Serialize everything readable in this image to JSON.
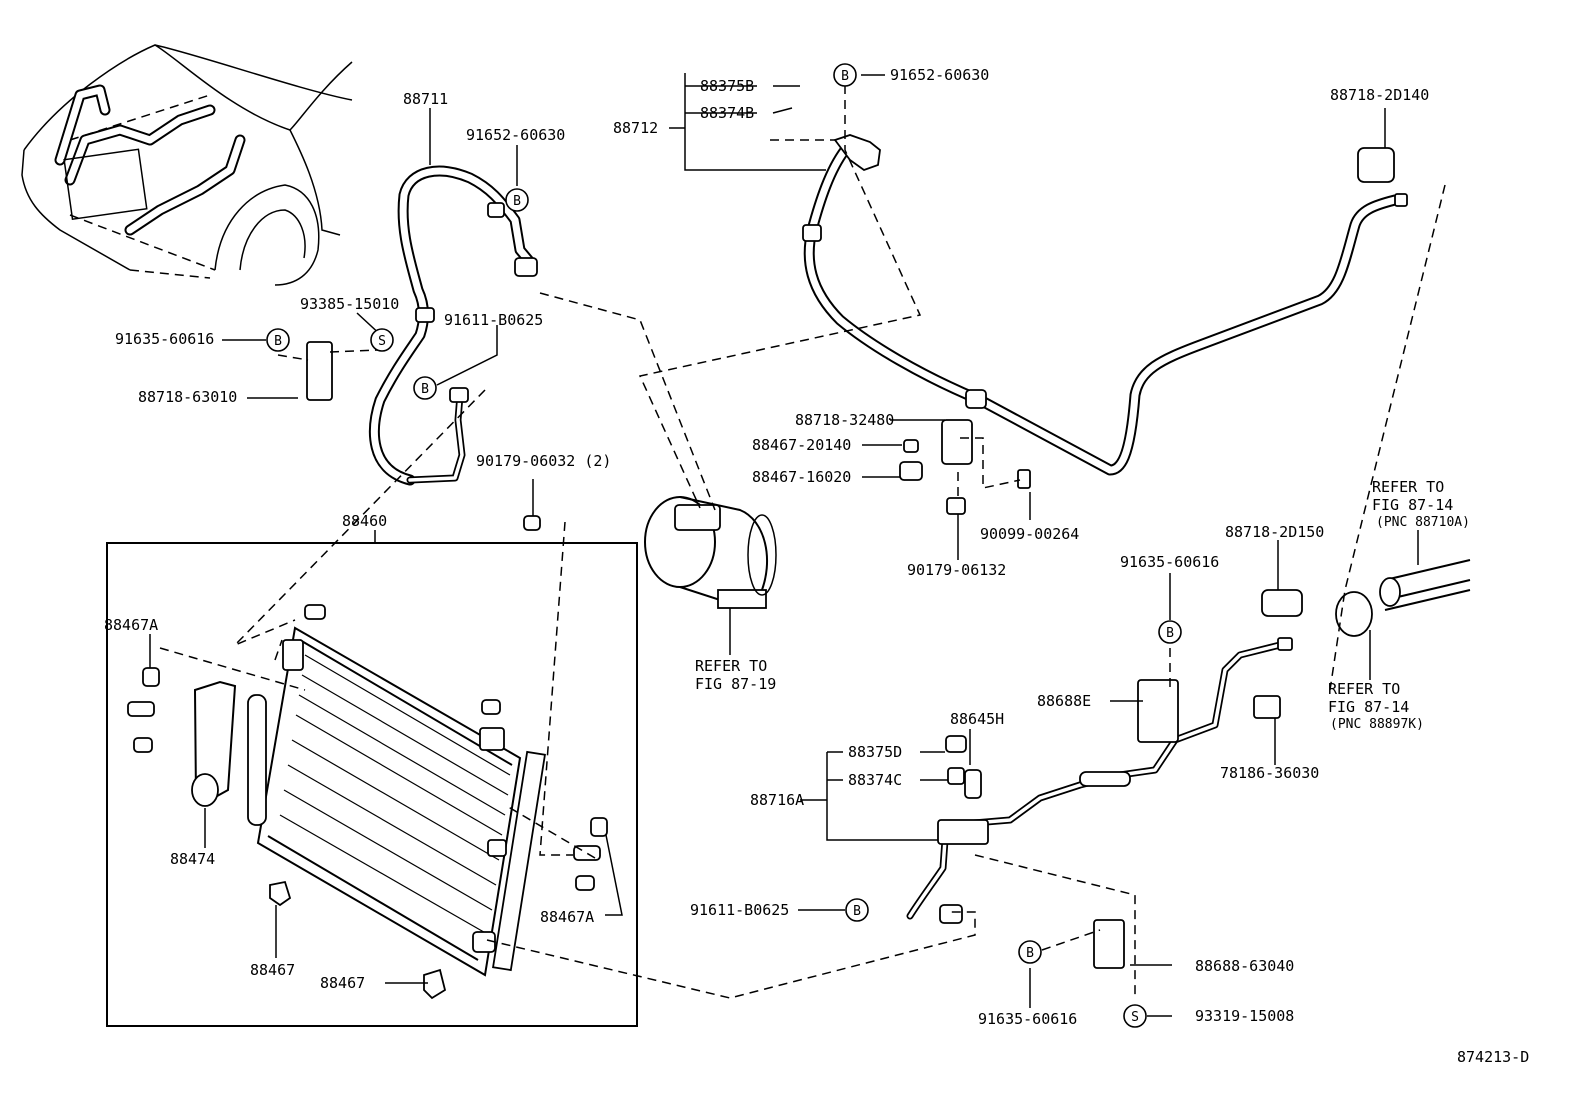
{
  "labels": {
    "hose_88711": "88711",
    "hose_88712": "88712",
    "bolt_91652_a": "91652-60630",
    "bolt_91652_b": "91652-60630",
    "cap_88375b": "88375B",
    "valve_88374b": "88374B",
    "clamp_88718_2d140": "88718-2D140",
    "clamp_93385": "93385-15010",
    "bolt_91611_a": "91611-B0625",
    "bolt_91635_a": "91635-60616",
    "bracket_88718_63010": "88718-63010",
    "nut_90179_06032": "90179-06032 (2)",
    "condenser_88460": "88460",
    "clamp_88718_32480": "88718-32480",
    "cushion_88467_20140": "88467-20140",
    "cushion_88467_16020": "88467-16020",
    "bolt_90099_00264": "90099-00264",
    "nut_90179_06132": "90179-06132",
    "bolt_91635_b": "91635-60616",
    "clamp_88718_2d150": "88718-2D150",
    "bracket_88688e": "88688E",
    "switch_88645h": "88645H",
    "cap_88375d": "88375D",
    "valve_88374c": "88374C",
    "tube_88716a": "88716A",
    "clamp_78186": "78186-36030",
    "bolt_91611_b": "91611-B0625",
    "bolt_91635_c": "91635-60616",
    "bracket_88688_63040": "88688-63040",
    "screw_93319": "93319-15008",
    "cushion_88467a_left": "88467A",
    "cushion_88467a_right": "88467A",
    "drier_88474": "88474",
    "cushion_88467_left": "88467",
    "cushion_88467_bottom": "88467",
    "figure_number": "874213-D"
  },
  "refer_notes": {
    "compressor": [
      "REFER TO",
      "FIG 87-19"
    ],
    "pipe_88710a": [
      "REFER TO",
      "FIG 87-14",
      "(PNC 88710A)"
    ],
    "pipe_88897k": [
      "REFER TO",
      "FIG 87-14",
      "(PNC 88897K)"
    ]
  },
  "symbols": {
    "bolt": "B",
    "screw": "S"
  }
}
